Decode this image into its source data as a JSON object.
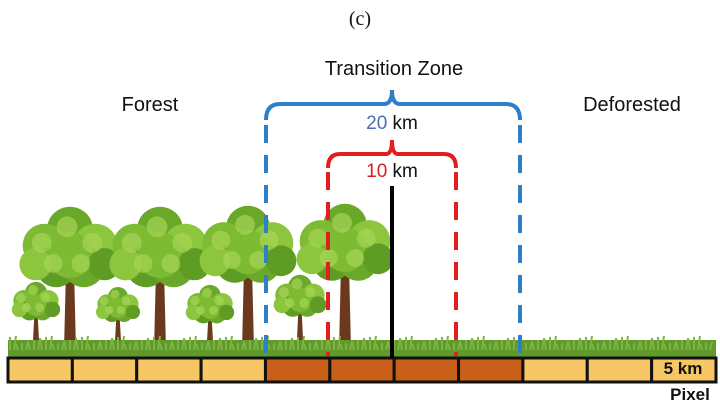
{
  "panel_label": "(c)",
  "title": "Transition Zone",
  "left_label": "Forest",
  "right_label": "Deforested",
  "outer_bracket": {
    "number": "20",
    "unit": "km",
    "color": "#2f7fc8"
  },
  "inner_bracket": {
    "number": "10",
    "unit": "km",
    "color": "#e02020"
  },
  "pixel_bar": {
    "cells": [
      "forest",
      "forest",
      "forest",
      "forest",
      "transition",
      "transition",
      "transition",
      "transition",
      "deforested",
      "deforested",
      "deforested"
    ],
    "colors": {
      "forest": "#f7c766",
      "transition": "#c8601a",
      "deforested": "#f7c766"
    },
    "scale_label": "5 km",
    "caption": "Pixel"
  }
}
